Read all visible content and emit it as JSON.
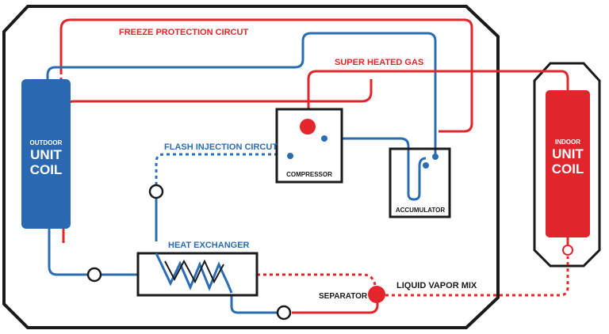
{
  "colors": {
    "red": "#e3262b",
    "blue": "#2b6db3",
    "dark": "#1a1a1a",
    "coil_blue": "#2a69b2",
    "coil_red": "#e0262b"
  },
  "labels": {
    "freeze_protection": "FREEZE PROTECTION CIRCUT",
    "super_heated_gas": "SUPER HEATED GAS",
    "flash_injection": "FLASH INJECTION CIRCUT",
    "heat_exchanger": "HEAT EXCHANGER",
    "liquid_vapor_mix": "LIQUID VAPOR MIX",
    "separator": "SEPARATOR",
    "compressor": "COMPRESSOR",
    "accumulator": "ACCUMULATOR",
    "outdoor_small": "OUTDOOR",
    "outdoor_unit": "UNIT",
    "outdoor_coil": "COIL",
    "indoor_small": "INDOOR",
    "indoor_unit": "UNIT",
    "indoor_coil": "COIL"
  }
}
